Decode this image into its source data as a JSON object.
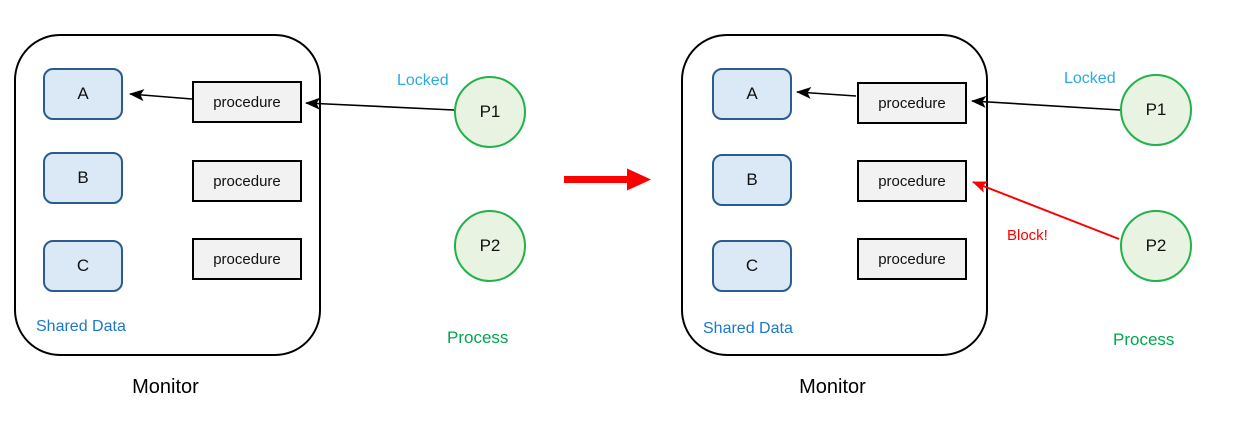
{
  "colors": {
    "data_box_fill": "#dbe9f7",
    "data_box_border": "#2a5c92",
    "procedure_fill": "#f2f2f2",
    "procedure_border": "#000000",
    "process_fill": "#e8f3e1",
    "process_border": "#22b14c",
    "shared_data_text": "#1b78ca",
    "locked_text": "#29abe2",
    "process_text": "#00a650",
    "block_text": "#ff0000",
    "arrow_black": "#000000",
    "transition_arrow": "#ff0000"
  },
  "diagrams": [
    {
      "state": "before",
      "monitor_label": "Monitor",
      "shared_data_label": "Shared Data",
      "data_boxes": [
        "A",
        "B",
        "C"
      ],
      "procedures": [
        "procedure",
        "procedure",
        "procedure"
      ],
      "processes": [
        {
          "label": "P1",
          "annotation": "Locked"
        },
        {
          "label": "P2",
          "annotation": ""
        }
      ],
      "process_group_label": "Process"
    },
    {
      "state": "after",
      "monitor_label": "Monitor",
      "shared_data_label": "Shared Data",
      "data_boxes": [
        "A",
        "B",
        "C"
      ],
      "procedures": [
        "procedure",
        "procedure",
        "procedure"
      ],
      "processes": [
        {
          "label": "P1",
          "annotation": "Locked"
        },
        {
          "label": "P2",
          "annotation": "Block!"
        }
      ],
      "process_group_label": "Process"
    }
  ]
}
